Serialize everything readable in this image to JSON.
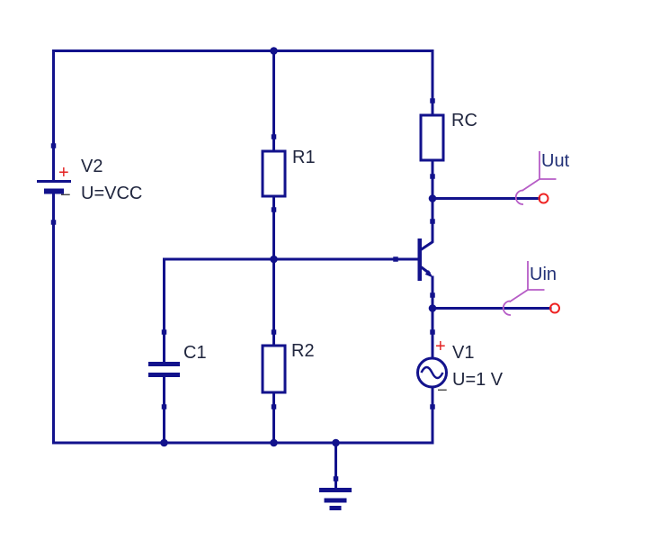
{
  "schematic_type": "transistor-amplifier-circuit",
  "colors": {
    "wire": "#12128c",
    "component_label_text": "#20263e",
    "wire_label_text": "#233177",
    "wire_label_line": "#b65cc6",
    "open_node": "#ee2222",
    "plus_sign": "#e32222",
    "minus_sign": "#474747",
    "background": "#ffffff"
  },
  "components": {
    "v2": {
      "type": "dc-voltage-source",
      "name": "V2",
      "value": "U=VCC",
      "plus": "+",
      "minus": "−"
    },
    "r1": {
      "type": "resistor",
      "name": "R1"
    },
    "rc": {
      "type": "resistor",
      "name": "RC"
    },
    "r2": {
      "type": "resistor",
      "name": "R2"
    },
    "c1": {
      "type": "capacitor",
      "name": "C1"
    },
    "v1": {
      "type": "ac-voltage-source",
      "name": "V1",
      "value": "U=1 V",
      "plus": "+",
      "minus": "−"
    },
    "q1": {
      "type": "npn-transistor"
    },
    "gnd": {
      "type": "ground"
    }
  },
  "wire_labels": {
    "uut": "Uut",
    "uin": "Uin"
  }
}
